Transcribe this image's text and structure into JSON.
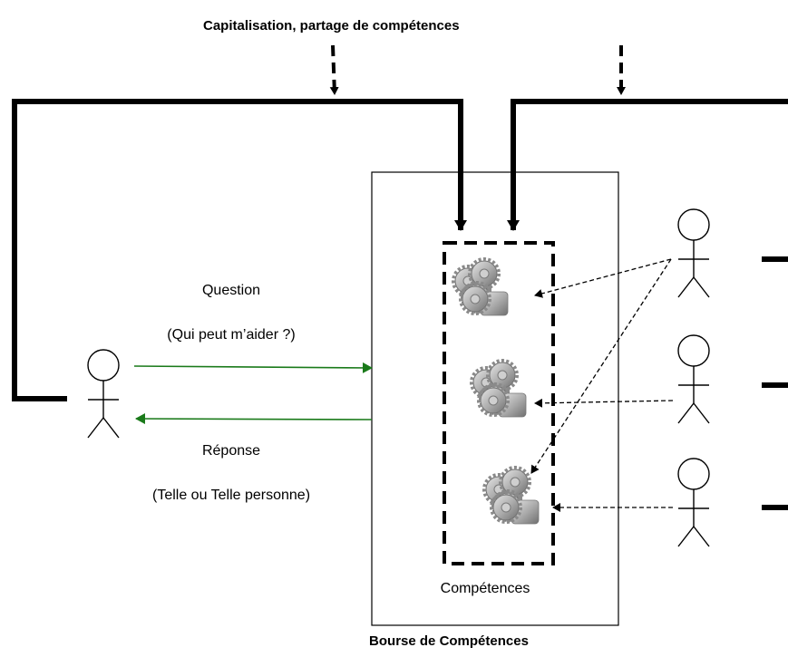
{
  "diagram": {
    "top_label": "Capitalisation, partage de compétences",
    "question": "Question",
    "question_detail": "(Qui peut m’aider ?)",
    "response": "Réponse",
    "response_detail": "(Telle ou Telle personne)",
    "competences_label": "Compétences",
    "bourse_label": "Bourse de Compétences"
  },
  "colors": {
    "line": "#000000",
    "exchange_arrow": "#1a7a1a",
    "gear": "#9a9a9a"
  },
  "icons": [
    "person-icon",
    "gear-icon"
  ]
}
